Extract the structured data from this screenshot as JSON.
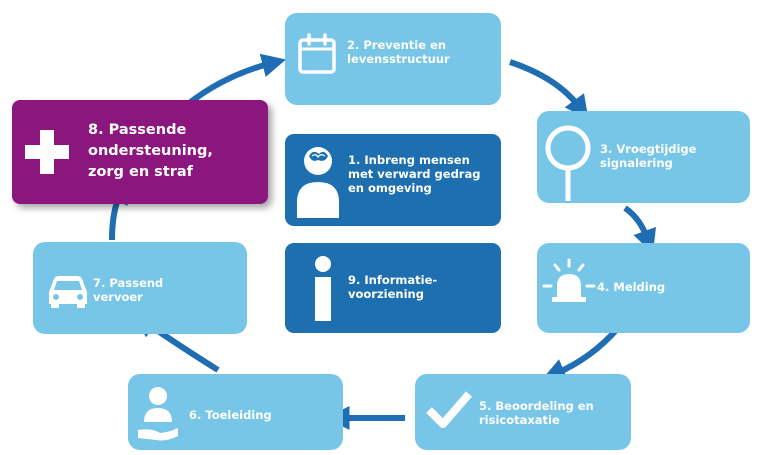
{
  "steps": [
    {
      "id": "1",
      "lines": [
        "1. Inbreng mensen",
        "met verward gedrag",
        "en omgeving"
      ],
      "icon": "person-head-icon"
    },
    {
      "id": "2",
      "lines": [
        "2. Preventie en",
        "levensstructuur"
      ],
      "icon": "calendar-icon"
    },
    {
      "id": "3",
      "lines": [
        "3. Vroegtijdige",
        "signalering"
      ],
      "icon": "magnifier-icon"
    },
    {
      "id": "4",
      "lines": [
        "4. Melding"
      ],
      "icon": "alarm-light-icon"
    },
    {
      "id": "5",
      "lines": [
        "5. Beoordeling en",
        "risicotaxatie"
      ],
      "icon": "checkmark-icon"
    },
    {
      "id": "6",
      "lines": [
        "6. Toeleiding"
      ],
      "icon": "person-hand-icon"
    },
    {
      "id": "7",
      "lines": [
        "7. Passend",
        "vervoer"
      ],
      "icon": "car-icon"
    },
    {
      "id": "8",
      "lines": [
        "8. Passende",
        "ondersteuning,",
        "zorg en straf"
      ],
      "icon": "plus-icon"
    },
    {
      "id": "9",
      "lines": [
        "9. Informatie-",
        "voorziening"
      ],
      "icon": "info-icon"
    }
  ],
  "colors": {
    "light_box": "#77c6e8",
    "dark_box": "#1e6fb0",
    "highlight_box": "#8b167e",
    "arrow": "#1f6db2"
  }
}
